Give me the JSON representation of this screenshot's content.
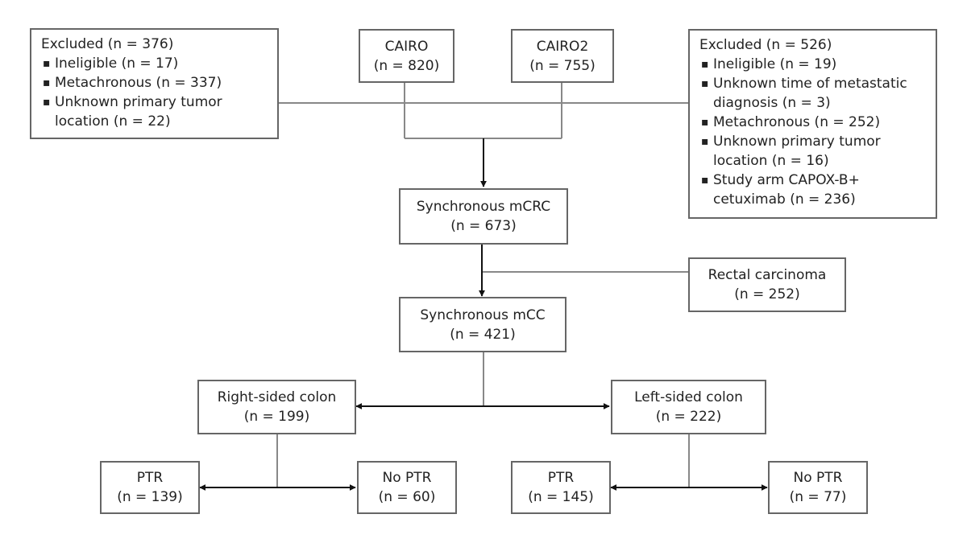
{
  "excluded_left": {
    "title": "Excluded (n = 376)",
    "items": [
      "Ineligible (n = 17)",
      "Metachronous (n = 337)",
      "Unknown primary tumor location (n = 22)"
    ]
  },
  "cairo": {
    "name": "CAIRO",
    "count": "(n = 820)"
  },
  "cairo2": {
    "name": "CAIRO2",
    "count": "(n = 755)"
  },
  "excluded_right": {
    "title": "Excluded (n = 526)",
    "items": [
      "Ineligible (n = 19)",
      "Unknown time of metastatic diagnosis (n = 3)",
      "Metachronous (n = 252)",
      "Unknown primary tumor location (n = 16)",
      "Study arm CAPOX-B+ cetuximab (n = 236)"
    ]
  },
  "synchronous_mcrc": {
    "name": "Synchronous mCRC",
    "count": "(n = 673)"
  },
  "rectal": {
    "name": "Rectal carcinoma",
    "count": "(n = 252)"
  },
  "synchronous_mcc": {
    "name": "Synchronous mCC",
    "count": "(n = 421)"
  },
  "right_colon": {
    "name": "Right-sided colon",
    "count": "(n = 199)"
  },
  "left_colon": {
    "name": "Left-sided colon",
    "count": "(n = 222)"
  },
  "right_ptr": {
    "name": "PTR",
    "count": "(n = 139)"
  },
  "right_no_ptr": {
    "name": "No PTR",
    "count": "(n = 60)"
  },
  "left_ptr": {
    "name": "PTR",
    "count": "(n = 145)"
  },
  "left_no_ptr": {
    "name": "No PTR",
    "count": "(n = 77)"
  }
}
